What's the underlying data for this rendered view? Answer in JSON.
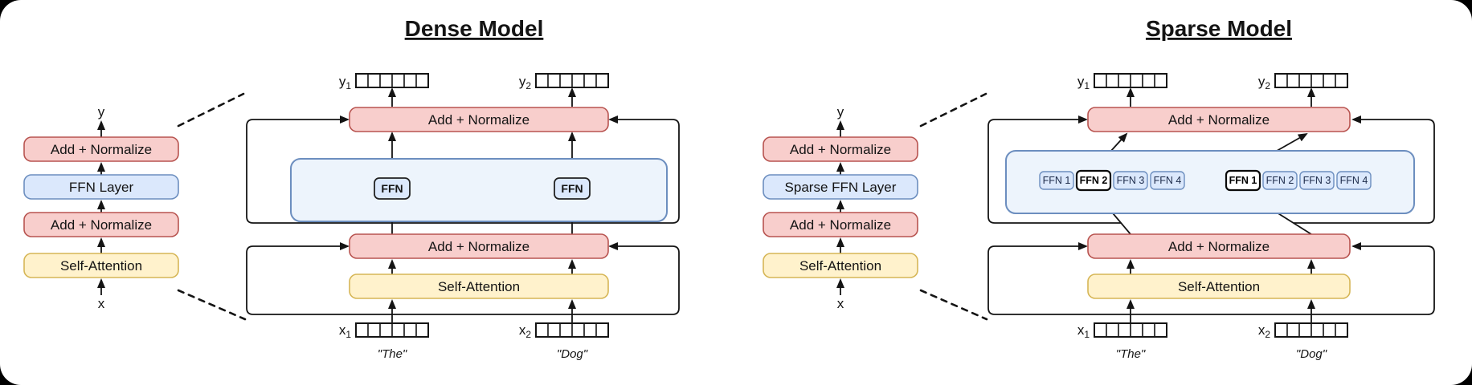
{
  "colors": {
    "background": "#000000",
    "canvas": "#ffffff",
    "line": "#141414",
    "red_fill": "#f8cecc",
    "red_stroke": "#b85450",
    "blue_fill": "#dbe8fc",
    "blue_stroke": "#6c8ebf",
    "container_fill": "#edf4fc",
    "yellow_fill": "#fff2cc",
    "yellow_stroke": "#d6b656"
  },
  "dense": {
    "title": "Dense Model",
    "mini": {
      "output_label": "y",
      "input_label": "x",
      "layers": [
        "Add + Normalize",
        "FFN Layer",
        "Add + Normalize",
        "Self-Attention"
      ]
    },
    "main": {
      "add_normalize_top": "Add + Normalize",
      "add_normalize_bottom": "Add + Normalize",
      "self_attention": "Self-Attention",
      "ffn_boxes": [
        "FFN",
        "FFN"
      ],
      "outputs": [
        {
          "base": "y",
          "sub": "1"
        },
        {
          "base": "y",
          "sub": "2"
        }
      ],
      "inputs": [
        {
          "base": "x",
          "sub": "1",
          "word": "\"The\""
        },
        {
          "base": "x",
          "sub": "2",
          "word": "\"Dog\""
        }
      ]
    }
  },
  "sparse": {
    "title": "Sparse Model",
    "mini": {
      "output_label": "y",
      "input_label": "x",
      "layers": [
        "Add + Normalize",
        "Sparse FFN Layer",
        "Add + Normalize",
        "Self-Attention"
      ]
    },
    "main": {
      "add_normalize_top": "Add + Normalize",
      "add_normalize_bottom": "Add + Normalize",
      "self_attention": "Self-Attention",
      "expert_groups": [
        {
          "experts": [
            "FFN 1",
            "FFN 2",
            "FFN 3",
            "FFN 4"
          ],
          "selected": "FFN 2",
          "selected_index": 1
        },
        {
          "experts": [
            "FFN 1",
            "FFN 2",
            "FFN 3",
            "FFN 4"
          ],
          "selected": "FFN 1",
          "selected_index": 0
        }
      ],
      "outputs": [
        {
          "base": "y",
          "sub": "1"
        },
        {
          "base": "y",
          "sub": "2"
        }
      ],
      "inputs": [
        {
          "base": "x",
          "sub": "1",
          "word": "\"The\""
        },
        {
          "base": "x",
          "sub": "2",
          "word": "\"Dog\""
        }
      ]
    }
  }
}
